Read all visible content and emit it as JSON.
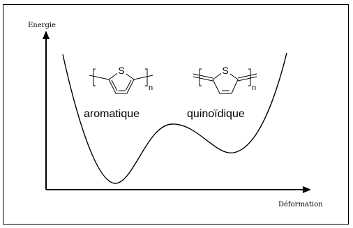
{
  "axes": {
    "y_label": "Energie",
    "x_label": "Déformation"
  },
  "structures": {
    "left_name": "aromatique",
    "right_name": "quinoïdique",
    "heteroatom": "S",
    "repeat_subscript": "n"
  }
}
